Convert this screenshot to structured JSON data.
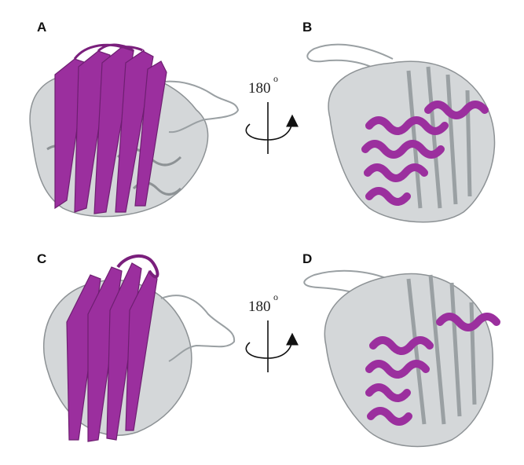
{
  "panels": {
    "a": {
      "label": "A"
    },
    "b": {
      "label": "B"
    },
    "c": {
      "label": "C"
    },
    "d": {
      "label": "D"
    }
  },
  "rotations": {
    "top": {
      "angle": "180",
      "unit": "o"
    },
    "bottom": {
      "angle": "180",
      "unit": "o"
    }
  },
  "colors": {
    "highlight": "#9b2f9e",
    "highlight_light": "#c05bc3",
    "protein_gray": "#c9cdcf",
    "protein_dark": "#8d9295",
    "background": "#ffffff"
  }
}
